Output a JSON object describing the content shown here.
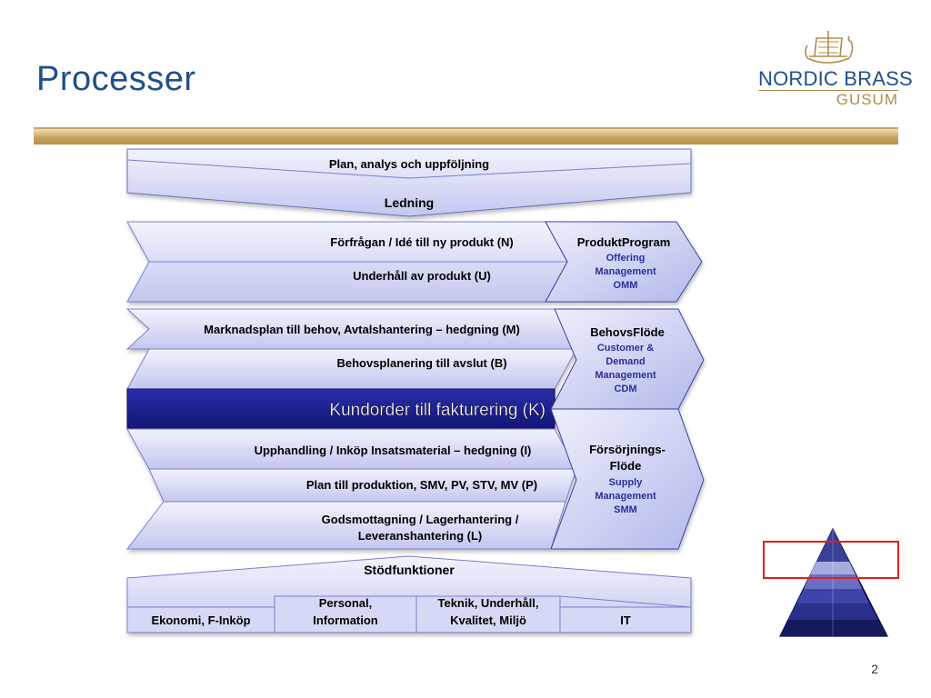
{
  "slide": {
    "title": "Processer",
    "page_number": "2"
  },
  "logo": {
    "brand": "NORDIC BRASS",
    "subbrand": "GUSUM"
  },
  "top": {
    "plan": "Plan,  analys och uppföljning",
    "ledning": "Ledning"
  },
  "group1": {
    "rows": [
      "Förfrågan / Idé till ny produkt (N)",
      "Underhåll av produkt (U)"
    ],
    "side_title": "ProduktProgram",
    "side_sub": [
      "Offering",
      "Management",
      "OMM"
    ]
  },
  "group2": {
    "rows": [
      "Marknadsplan till behov, Avtalshantering – hedgning (M)",
      "Behovsplanering till avslut (B)"
    ],
    "side_title": "BehovsFlöde",
    "side_sub": [
      "Customer &",
      "Demand",
      "Management",
      "CDM"
    ]
  },
  "highlight": "Kundorder till fakturering (K)",
  "group3": {
    "rows": [
      "Upphandling / Inköp Insatsmaterial – hedgning (I)",
      "Plan till produktion, SMV, PV, STV, MV (P)",
      "Godsmottagning / Lagerhantering /",
      "Leveranshantering (L)"
    ],
    "side_title": [
      "Försörjnings-",
      "Flöde"
    ],
    "side_sub": [
      "Supply",
      "Management",
      "SMM"
    ]
  },
  "support": {
    "title": "Stödfunktioner",
    "cells": [
      [
        "Ekonomi, F-Inköp"
      ],
      [
        "Personal,",
        "Information"
      ],
      [
        "Teknik, Underhåll,",
        "Kvalitet, Miljö"
      ],
      [
        "IT"
      ]
    ]
  },
  "colors": {
    "title": "#1f4f8c",
    "band": "#d9dcf6",
    "band_dark": "#b8bdea",
    "border": "#3a3fa8",
    "highlight": "#1c1f8c",
    "side_sub": "#2a2fa0",
    "red_frame": "#e0201c",
    "gold": "#c7a35a"
  }
}
